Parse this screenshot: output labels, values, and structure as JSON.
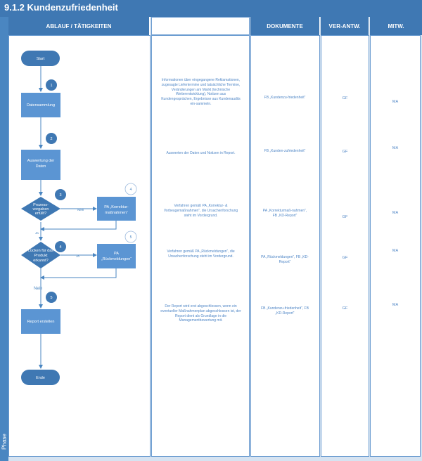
{
  "title": "9.1.2 Kundenzufriedenheit",
  "phase_label": "Phase",
  "headers": {
    "flow": "ABLAUF / TÄTIGKEITEN",
    "blank": "",
    "docs": "DOKUMENTE",
    "resp": "VER-ANTW.",
    "collab": "MITW."
  },
  "nodes": {
    "start": "Start",
    "n1": "Datensammlung",
    "n2a": "Auswertung der",
    "n2b": "Daten",
    "d3a": "Prozess-",
    "d3b": "vorgaben",
    "d3c": "erfüllt?",
    "p4a": "PA „Korrektur-",
    "p4b": "maßnahmen“",
    "d4a": "Lücken für das",
    "d4b": "Produkt",
    "d4c": "erkannt?",
    "p5a": "PA",
    "p5b": "„Rückmeldungen“",
    "n5": "Report erstellen",
    "end": "Ende"
  },
  "badges": [
    "1",
    "2",
    "3",
    "4",
    "4",
    "5",
    "5"
  ],
  "edge_labels": {
    "nein1": "Nein",
    "ja1": "Ja",
    "ja2": "Ja",
    "nein2": "Nein"
  },
  "rows": [
    {
      "desc": "Informationen über eingegangene Reklamationen, zugesagte Liefertermine und tatsächliche Termine, Veränderungen am Markt (technische Weiterentwicklung), Notizen aus Kundengesprächen, Ergebnisse aus Kundenaudits ein-sammeln.",
      "docs": "FB „Kundenzu-friedenheit“",
      "resp": "GF",
      "collab": "MA"
    },
    {
      "desc": "Auswerten der Daten und Notizen in Report.",
      "docs": "FB „Kunden-zufriedenheit“",
      "resp": "GF",
      "collab": "MA"
    },
    {
      "desc": "Verfahren gemäß PA „Korrektur- & Vorbeugemaßnahmen“, die Ursachenforschung steht im Vordergrund.",
      "docs": "PA „Korrekturmaß-nahmen“, FB „KD-Report“",
      "resp": "GF",
      "collab": "MA"
    },
    {
      "desc": "Verfahren gemäß PA „Rückmeldungen“, die Ursachenforschung steht im Vordergrund.",
      "docs": "PA „Rückmeldungen“, FB „KD-Report“",
      "resp": "GF",
      "collab": "MA"
    },
    {
      "desc": "Der Report wird erst abgeschlossen, wenn ein eventueller Maßnahmenplan abgeschlossen ist, der Report dient als Grundlage in die Managementbewertung mit.",
      "docs": "FB „Kundenzu-friedenheit“, FB „KD-Report“",
      "resp": "GF",
      "collab": "MA"
    }
  ]
}
